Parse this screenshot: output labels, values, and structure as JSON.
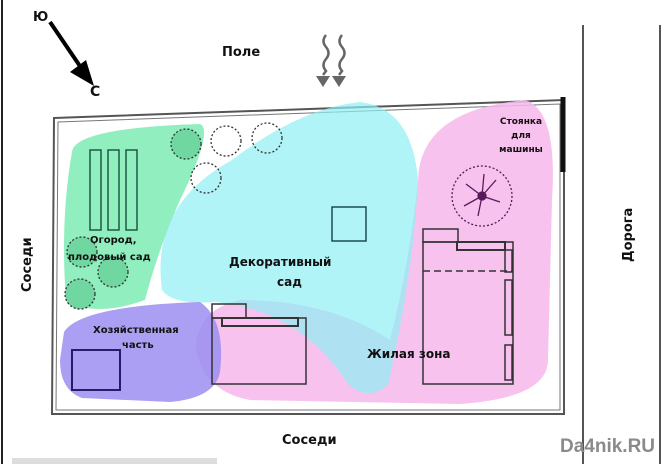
{
  "compass": {
    "south": "Ю",
    "north": "С"
  },
  "labels": {
    "field": "Поле",
    "neighbors_left": "Соседи",
    "neighbors_bottom": "Соседи",
    "road": "Дорога",
    "garden_line1": "Огород,",
    "garden_line2": "плодовый сад",
    "decor_line1": "Декоративный",
    "decor_line2": "сад",
    "utility_line1": "Хозяйственная",
    "utility_line2": "часть",
    "living": "Жилая зона",
    "parking_line1": "Стоянка",
    "parking_line2": "для",
    "parking_line3": "машины"
  },
  "watermark": "Da4nik.RU",
  "colors": {
    "garden": "#7debb4",
    "decor": "#8ef0f5",
    "living": "#f7b7ec",
    "utility": "#9b8ef0"
  }
}
